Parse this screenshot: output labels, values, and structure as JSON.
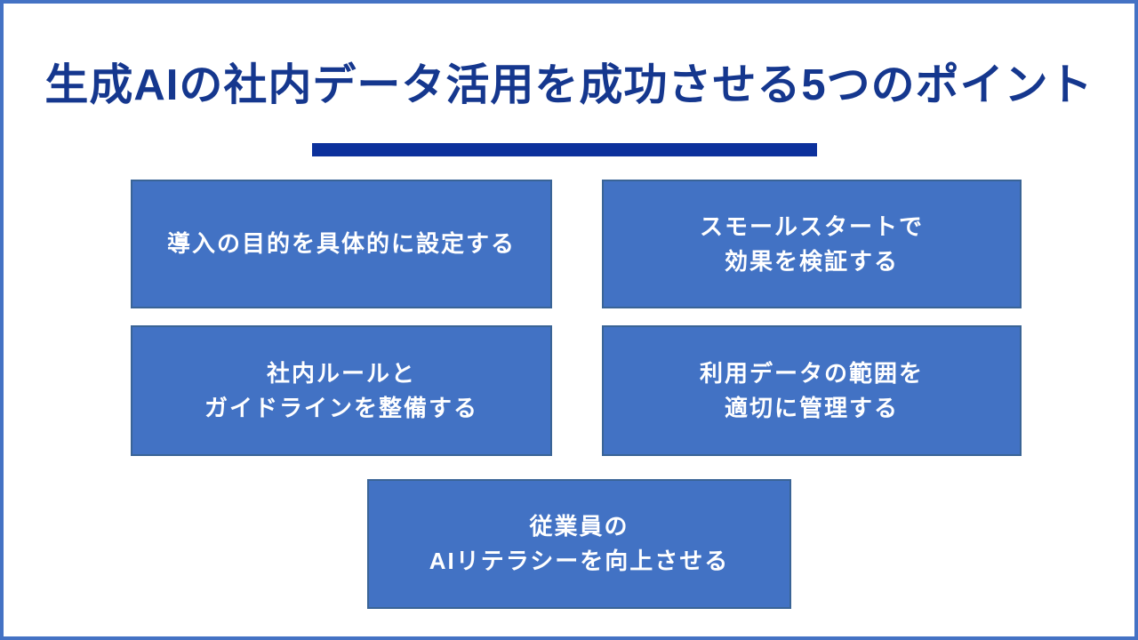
{
  "slide": {
    "title": "生成AIの社内データ活用を成功させる5つのポイント",
    "colors": {
      "frame_border": "#4472C4",
      "title_color": "#15378E",
      "divider_color": "#0C319C",
      "box_fill": "#4272C4",
      "box_border": "#3A6496",
      "box_text": "#FFFFFF"
    },
    "points": [
      {
        "lines": [
          "導入の目的を具体的に設定する",
          ""
        ]
      },
      {
        "lines": [
          "スモールスタートで",
          "効果を検証する"
        ]
      },
      {
        "lines": [
          "社内ルールと",
          "ガイドラインを整備する"
        ]
      },
      {
        "lines": [
          "利用データの範囲を",
          "適切に管理する"
        ]
      },
      {
        "lines": [
          "従業員の",
          "AIリテラシーを向上させる"
        ]
      }
    ]
  }
}
